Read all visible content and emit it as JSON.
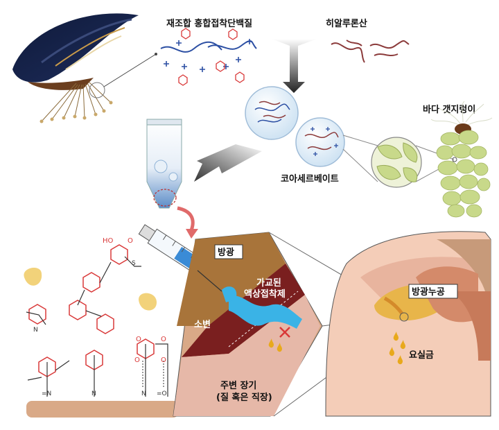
{
  "labels": {
    "recombinant_protein": "재조합 홍합접착단백질",
    "hyaluronic_acid": "히알루론산",
    "sandcastle_worm": "바다 갯지렁이",
    "coacervate": "코아세르베이트",
    "bladder": "방광",
    "crosslinked_adhesive_line1": "가교된",
    "crosslinked_adhesive_line2": "액상접착제",
    "urine": "소변",
    "surrounding_organ_line1": "주변 장기",
    "surrounding_organ_line2": "(질 혹은 직장)",
    "vesicovaginal_fistula": "방광누공",
    "incontinence": "요실금"
  },
  "colors": {
    "protein_chain": "#2c4fa3",
    "ha_chain": "#8b3a3a",
    "catechol": "#d93838",
    "adhesive": "#3ab3e6",
    "tissue_dark": "#7a1f1f",
    "tissue_brown": "#a8743a",
    "worm": "#c8d98a"
  }
}
